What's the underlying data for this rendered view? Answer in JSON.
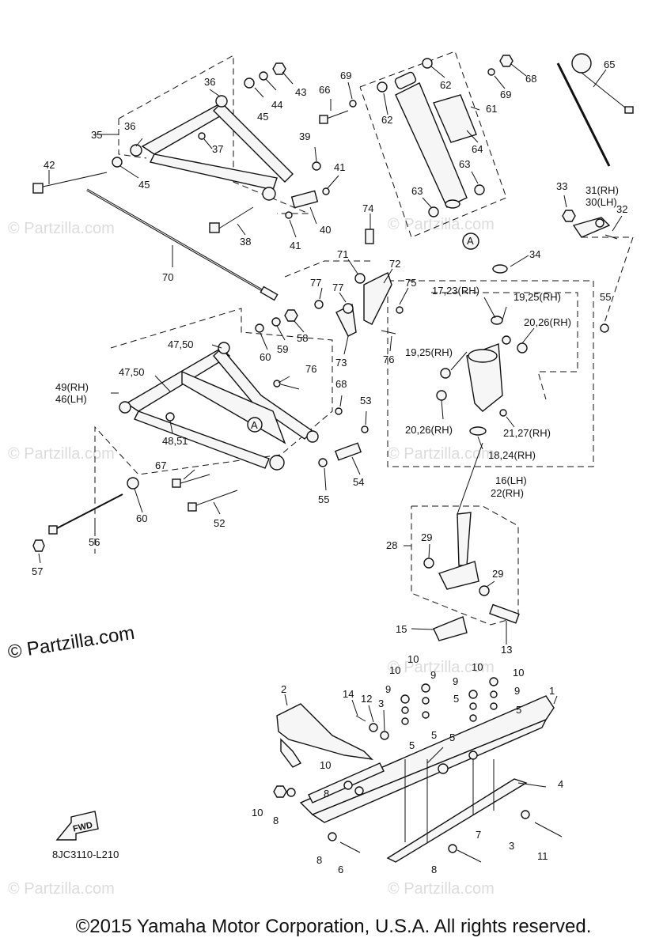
{
  "diagram": {
    "watermark_text": "© Partzilla.com",
    "code": "8JC3110-L210",
    "fwd_label": "FWD",
    "copyright": "©2015 Yamaha Motor Corporation, U.S.A. All rights reserved.",
    "callouts": {
      "c1": "1",
      "c2": "2",
      "c3a": "3",
      "c3b": "3",
      "c4": "4",
      "c5a": "5",
      "c5b": "5",
      "c5c": "5",
      "c5d": "5",
      "c6": "6",
      "c7": "7",
      "c8a": "8",
      "c8b": "8",
      "c8c": "8",
      "c9a": "9",
      "c9b": "9",
      "c9c": "9",
      "c9d": "9",
      "c10a": "10",
      "c10b": "10",
      "c10c": "10",
      "c10d": "10",
      "c10e": "10",
      "c10f": "10",
      "c11": "11",
      "c12": "12",
      "c13": "13",
      "c14": "14",
      "c15": "15",
      "c16": "16(LH)",
      "c22": "22(RH)",
      "c17": "17,23(RH)",
      "c18": "18,24(RH)",
      "c19a": "19,25(RH)",
      "c19b": "19,25(RH)",
      "c20a": "20,26(RH)",
      "c20b": "20,26(RH)",
      "c21": "21,27(RH)",
      "c28": "28",
      "c29a": "29",
      "c29b": "29",
      "c31": "31(RH)",
      "c30": "30(LH)",
      "c32": "32",
      "c33": "33",
      "c34": "34",
      "c35": "35",
      "c36a": "36",
      "c36b": "36",
      "c37": "37",
      "c38": "38",
      "c39": "39",
      "c40": "40",
      "c41a": "41",
      "c41b": "41",
      "c42": "42",
      "c43": "43",
      "c44": "44",
      "c45a": "45",
      "c45b": "45",
      "c49": "49(RH)",
      "c46": "46(LH)",
      "c47a": "47,50",
      "c47b": "47,50",
      "c48": "48,51",
      "c52": "52",
      "c53": "53",
      "c54": "54",
      "c55a": "55",
      "c55b": "55",
      "c56": "56",
      "c57": "57",
      "c58": "58",
      "c59": "59",
      "c60a": "60",
      "c60b": "60",
      "c61": "61",
      "c62a": "62",
      "c62b": "62",
      "c63a": "63",
      "c63b": "63",
      "c64": "64",
      "c65": "65",
      "c66": "66",
      "c67": "67",
      "c68a": "68",
      "c68b": "68",
      "c69a": "69",
      "c69b": "69",
      "c70": "70",
      "c71": "71",
      "c72": "72",
      "c73": "73",
      "c74": "74",
      "c75": "75",
      "c76a": "76",
      "c76b": "76",
      "c77a": "77",
      "c77b": "77",
      "refA1": "A",
      "refA2": "A"
    }
  }
}
